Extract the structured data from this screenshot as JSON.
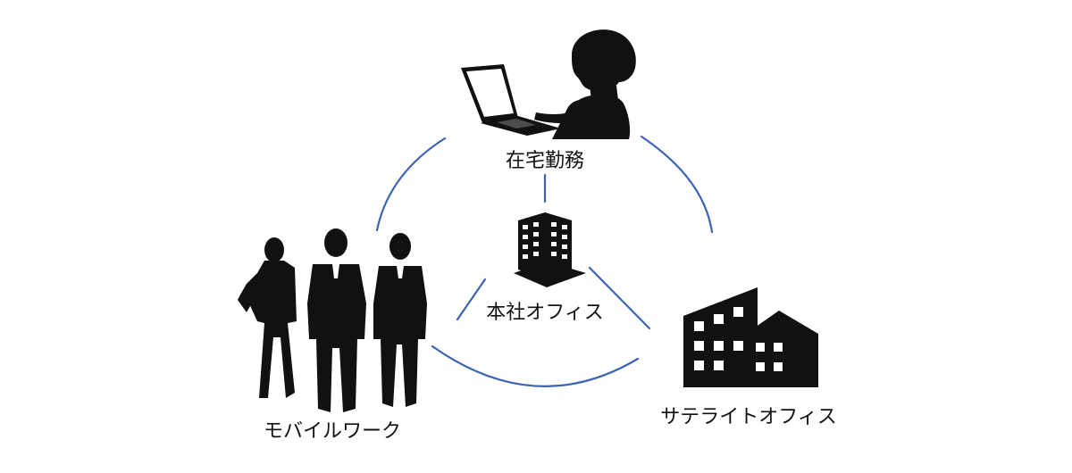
{
  "nodes": {
    "home": {
      "label": "在宅勤務",
      "icon": "person-laptop-icon"
    },
    "headquarters": {
      "label": "本社オフィス",
      "icon": "office-tower-icon"
    },
    "mobile": {
      "label": "モバイルワーク",
      "icon": "business-people-group-icon"
    },
    "satellite": {
      "label": "サテライトオフィス",
      "icon": "office-buildings-icon"
    }
  },
  "colors": {
    "connector": "#3b64b4",
    "silhouette": "#111111",
    "text": "#111111"
  }
}
